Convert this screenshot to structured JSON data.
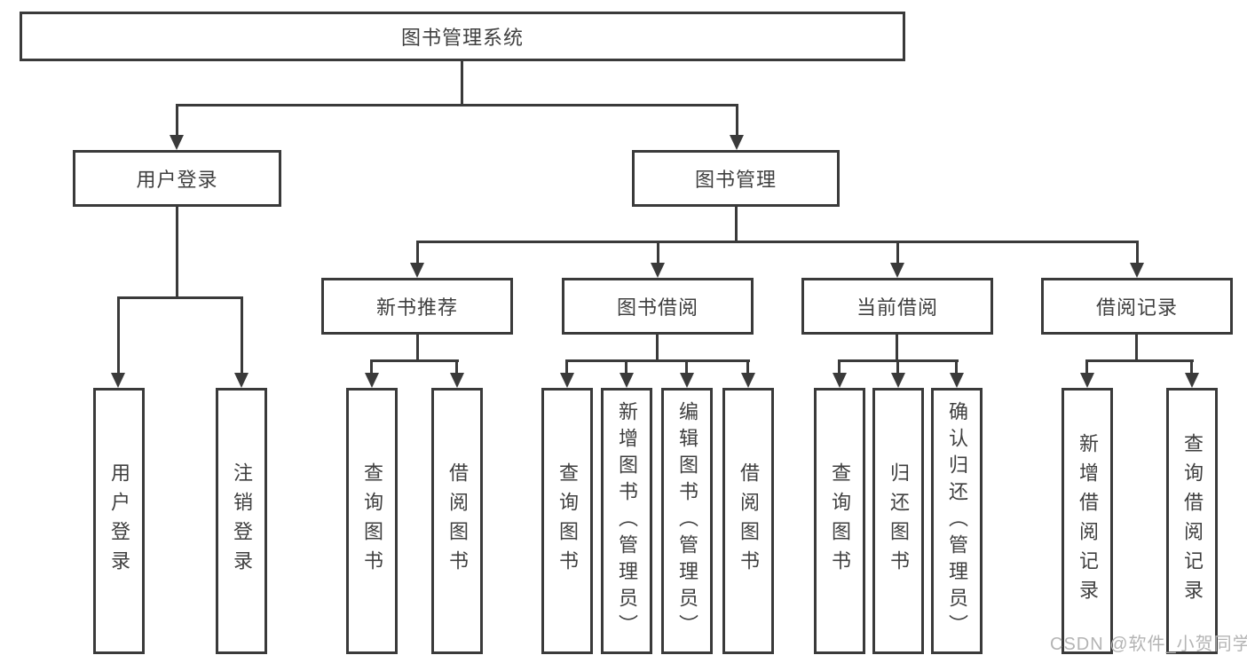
{
  "diagram": {
    "root": {
      "label": "图书管理系统"
    },
    "level2": {
      "user_login": {
        "label": "用户登录"
      },
      "book_mgmt": {
        "label": "图书管理"
      }
    },
    "level3": {
      "new_books": {
        "label": "新书推荐"
      },
      "book_borrow": {
        "label": "图书借阅"
      },
      "current_borrow": {
        "label": "当前借阅"
      },
      "borrow_records": {
        "label": "借阅记录"
      }
    },
    "leaves": {
      "user_login_leaf": {
        "label": "用户登录"
      },
      "logout": {
        "label": "注销登录"
      },
      "nb_query_books": {
        "label": "查询图书"
      },
      "nb_borrow_books": {
        "label": "借阅图书"
      },
      "bb_query_books": {
        "label": "查询图书"
      },
      "bb_add_books": {
        "label": "新增图书（管理员）"
      },
      "bb_edit_books": {
        "label": "编辑图书（管理员）"
      },
      "bb_borrow_books": {
        "label": "借阅图书"
      },
      "cb_query_books": {
        "label": "查询图书"
      },
      "cb_return_books": {
        "label": "归还图书"
      },
      "cb_confirm_return": {
        "label": "确认归还（管理员）"
      },
      "br_add_record": {
        "label": "新增借阅记录"
      },
      "br_query_record": {
        "label": "查询借阅记录"
      }
    },
    "watermark": "CSDN @软件_小贺同学",
    "colors": {
      "line": "#3a3a3a",
      "text": "#3f3f3f",
      "watermark": "#b4b4b4",
      "background": "#ffffff"
    }
  }
}
